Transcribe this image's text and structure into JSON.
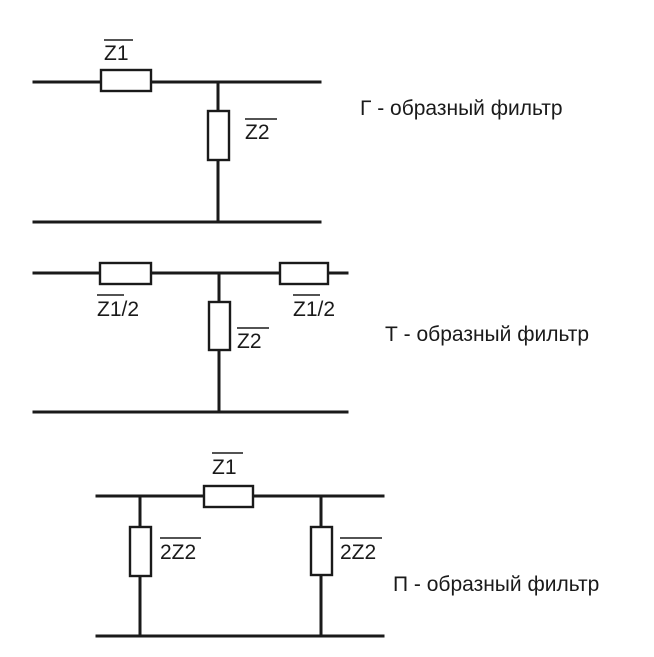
{
  "filters": [
    {
      "id": "g",
      "caption": "Г - образный фильтр",
      "series_label": "Z1",
      "shunt_label": "Z2"
    },
    {
      "id": "t",
      "caption": "Т - образный фильтр",
      "series_left_label": "Z1/2",
      "series_right_label": "Z1/2",
      "shunt_label": "Z2"
    },
    {
      "id": "p",
      "caption": "П - образный фильтр",
      "series_label": "Z1",
      "shunt_left_label": "2Z2",
      "shunt_right_label": "2Z2"
    }
  ]
}
